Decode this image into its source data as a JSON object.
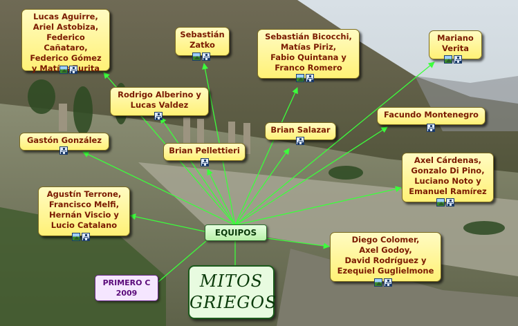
{
  "diagram": {
    "center": "EQUIPOS",
    "title": "MITOS\nGRIEGOS",
    "course": "PRIMERO C\n2009",
    "colors": {
      "node_text": "#7a1a00",
      "link": "#3cff3c",
      "node_fill": "#fff176"
    },
    "nodes": [
      {
        "id": "n1",
        "text": "Lucas Aguirre,\nAriel Astobiza,\nFederico Cañataro,\nFederico Gómez\ny Matías Zurita",
        "icons": [
          "image-icon",
          "map-icon"
        ]
      },
      {
        "id": "n2",
        "text": "Sebastián\nZatko",
        "icons": [
          "image-icon",
          "map-icon"
        ]
      },
      {
        "id": "n3",
        "text": "Sebastián Bicocchi,\nMatías Piriz,\nFabio Quintana y\nFranco Romero",
        "icons": [
          "image-icon",
          "map-icon"
        ]
      },
      {
        "id": "n4",
        "text": "Mariano\nVerita",
        "icons": [
          "image-icon",
          "map-icon"
        ]
      },
      {
        "id": "n5",
        "text": "Rodrigo Alberino y\nLucas Valdez",
        "icons": [
          "map-icon"
        ]
      },
      {
        "id": "n6",
        "text": "Facundo Montenegro",
        "icons": [
          "map-icon"
        ]
      },
      {
        "id": "n7",
        "text": "Brian Salazar",
        "icons": [
          "map-icon"
        ]
      },
      {
        "id": "n8",
        "text": "Gastón González",
        "icons": [
          "map-icon"
        ]
      },
      {
        "id": "n9",
        "text": "Brian Pellettieri",
        "icons": [
          "map-icon"
        ]
      },
      {
        "id": "n10",
        "text": "Axel Cárdenas,\nGonzalo Di Pino,\nLuciano Noto y\nEmanuel Ramírez",
        "icons": [
          "image-icon",
          "map-icon"
        ]
      },
      {
        "id": "n11",
        "text": "Agustín Terrone,\nFrancisco Melfi,\nHernán Viscio y\nLucio Catalano",
        "icons": [
          "image-icon",
          "map-icon"
        ]
      },
      {
        "id": "n12",
        "text": "Diego Colomer,\nAxel Godoy,\nDavid Rodríguez y\nEzequiel Guglielmone",
        "icons": [
          "image-icon",
          "map-icon"
        ]
      }
    ]
  }
}
